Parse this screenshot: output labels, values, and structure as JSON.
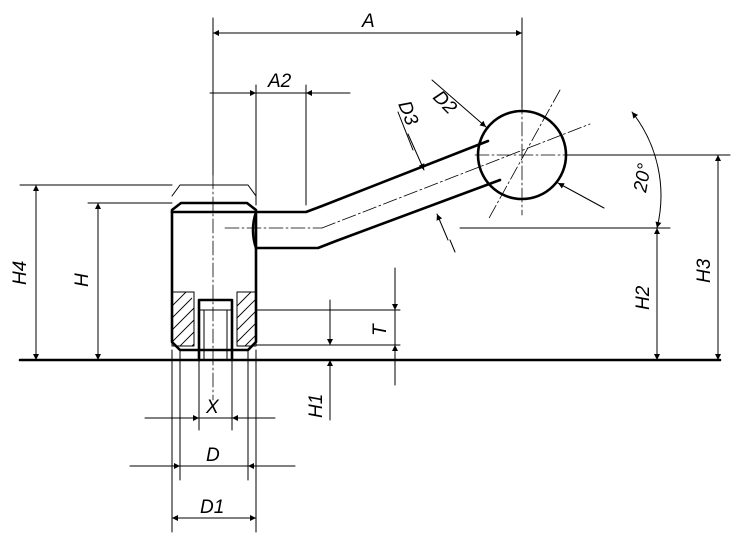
{
  "labels": {
    "A": "A",
    "A2": "A2",
    "D2": "D2",
    "D3": "D3",
    "angle": "20°",
    "H4": "H4",
    "H": "H",
    "H3": "H3",
    "H2": "H2",
    "T": "T",
    "H1": "H1",
    "X": "X",
    "D": "D",
    "D1": "D1"
  }
}
